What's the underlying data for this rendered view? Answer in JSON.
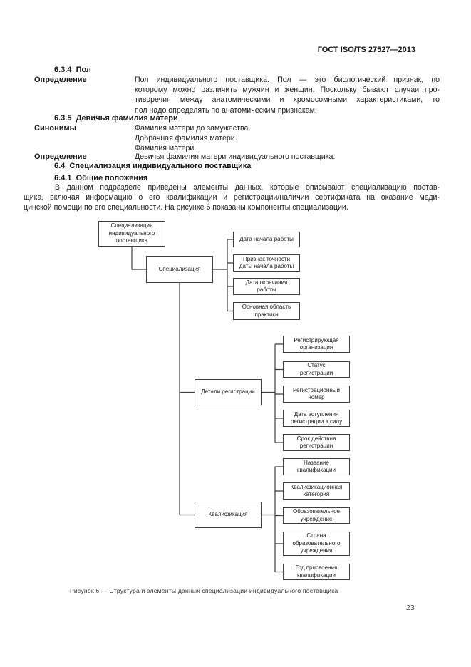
{
  "page": {
    "header": "ГОСТ ISO/TS 27527—2013",
    "page_number": "23"
  },
  "sections": {
    "s634": {
      "heading": "6.3.4  Пол",
      "definition_label": "Определение",
      "lines": [
        "Пол индивидуального поставщика. Пол — это биологический признак, по",
        "которому можно различить мужчин и женщин. Поскольку бывают случаи про-",
        "тиворечия между анатомическими и хромосомными характеристиками, то",
        "пол надо определять по анатомическим признакам."
      ]
    },
    "s635": {
      "heading": "6.3.5  Девичья фамилия матери",
      "synonyms_label": "Синонимы",
      "synonyms": [
        "Фамилия матери до замужества.",
        "Добрачная фамилия матери.",
        "Фамилия матери."
      ],
      "definition_label": "Определение",
      "definition": "Девичья фамилия матери индивидуального поставщика."
    },
    "s64": {
      "heading": "6.4  Специализация индивидуального поставщика"
    },
    "s641": {
      "heading": "6.4.1  Общие положения",
      "lines": [
        "В данном подразделе приведены элементы данных, которые описывают специализацию постав-",
        "щика, включая информацию о его квалификации и регистрации/наличии сертификата на оказание меди-",
        "цинской помощи по его специальности. На рисунке 6 показаны компоненты специализации."
      ]
    }
  },
  "diagram": {
    "root": "Специализация\nиндивидуального\nпоставщика",
    "spec": "Специализация",
    "spec_children": [
      "Дата начала работы",
      "Признак точности\nдаты начала работы",
      "Дата окончания\nработы",
      "Основная область\nпрактики"
    ],
    "reg": "Детали регистрации",
    "reg_children": [
      "Регистрирующая\nорганизация",
      "Статус\nрегистрации",
      "Регистрационный\nномер",
      "Дата вступления\nрегистрации в силу",
      "Срок действия\nрегистрации"
    ],
    "qual": "Квалификация",
    "qual_children": [
      "Название\nквалификации",
      "Квалификационная\nкатегория",
      "Образовательное\nучреждение",
      "Страна\nобразовательного\nучреждения",
      "Год присвоения\nквалификации"
    ],
    "caption": "Рисунок 6 — Структура и элементы данных специализации индивидуального поставщика"
  },
  "colors": {
    "line": "#3f3f3f",
    "text": "#1c1c1c",
    "background": "#ffffff"
  }
}
